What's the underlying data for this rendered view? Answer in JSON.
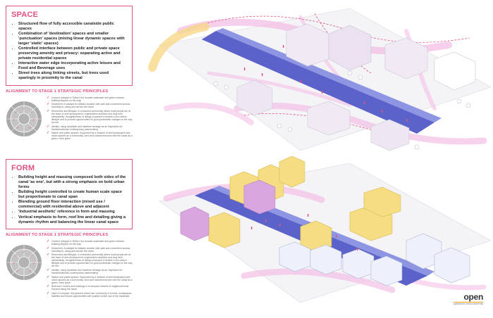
{
  "space": {
    "title": "SPACE",
    "bullets": [
      "Structured flow of fully accessible canalside public spaces",
      "Combination of 'destination' spaces and smaller 'punctuation' spaces (mixing linear dynamic spaces with larger 'static' spaces)",
      "Controlled interface between public and private space preserving amenity and privacy: separating active and private residential spaces",
      "Interactive water edge incorporating active leisure and Food and Beverage uses",
      "Street trees along linking streets, but trees used sparingly in proximity to the canal"
    ],
    "alignment_title": "ALIGNMENT TO STAGE 1 STRATEGIC PRINCIPLES",
    "principles": [
      "Context: integral to Telford, the broader waterside and green network - building Beyond on the map",
      "Movement: A catalyst for Atlantic location with safe and convenient access, including to, along and across the canal",
      "Resources and lifespan: A connected community where local people are at the heart of new development, regeneration ambition and long term stewardship, thoughtfulness of design proposed to enable a low carbon lifestyle and to provide opportunities for good pedestrian changes to the way we live",
      "Identity: using canalside and maritime heritage as an inspiration for transformational contemporary placemaking",
      "Nature and public spaces: Supported by a network of well landscaped and urban spaces as a community, form and natural resource with the canal as a green / blue spine"
    ]
  },
  "form": {
    "title": "FORM",
    "bullets": [
      "Building height and massing composed both sides of the canal 'as one', but with a strong emphasis on bold urban forms",
      "Building height controlled to create human scale space but proportionate to canal span",
      "Blending ground floor interaction (mixed use / commercial) with residential above and adjacent",
      "'Industrial aesthetic' reference in form and massing",
      "Vertical emphasis to form, roof line and detailing giving a dynamic rhythm and balancing the linear canal space"
    ],
    "alignment_title": "ALIGNMENT TO STAGE 1 STRATEGIC PRINCIPLES",
    "principles": [
      "Context: integral to Telford, the broader waterside and green network - building Beyond on the map",
      "Movement: A catalyst for Atlantic location with safe and convenient access, including to, along and across the canal",
      "Resources and lifespan: A connected community where local people are at the heart of new development, regeneration ambition and long term stewardship, thoughtfulness of design proposed to enable a low carbon lifestyle and to provide opportunities for good pedestrian changes to the way we live",
      "Identity: using canalside and maritime heritage as an inspiration for transformational contemporary placemaking",
      "Nature and public spaces: Supported by a network of well landscaped and urban spaces as a community, form and natural resource with the canal as a green / blue spine",
      "Built form: homes and buildings in a compact network of neighbourhoods focused along the canal",
      "Uses: A compact, fine grained mixed use community of homes, workspaces, facilities and leisure opportunities with positive active use of the canalside"
    ]
  },
  "logo": {
    "word": "open",
    "sub": "optimised environments"
  },
  "colors": {
    "accent": "#e0527f",
    "canal": "#5b62c9",
    "building_yellow": "#f6dd83",
    "building_pink": "#d9a6df",
    "path_yellow": "#f7d88a"
  }
}
